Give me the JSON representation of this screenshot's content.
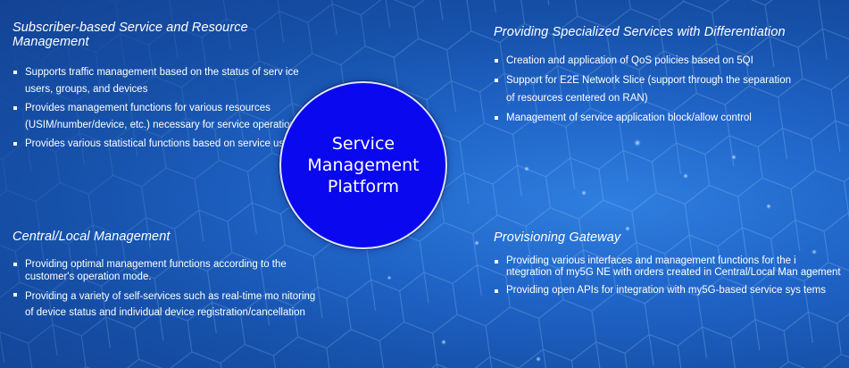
{
  "center": {
    "title": "Service\nManagement\nPlatform"
  },
  "colors": {
    "background": "#1f63c6",
    "circle_fill": "#0a08ee",
    "text": "#ffffff"
  },
  "sections": {
    "top_left": {
      "title": "Subscriber-based Service and Resource Management",
      "items": [
        "Supports traffic management based on the status of serv ice users, groups, and devices",
        "Provides management functions for various resources (USIM/number/device, etc.) necessary for service operation",
        "Provides various statistical functions based on service users/Cell"
      ]
    },
    "top_right": {
      "title": "Providing Specialized Services with Differentiation",
      "items": [
        "Creation and application of QoS policies based on 5QI",
        "Support for E2E Network Slice (support through the separation of resources centered on RAN)",
        "Management of service application block/allow control"
      ]
    },
    "bottom_left": {
      "title": "Central/Local Management",
      "items": [
        "Providing optimal management functions according to the customer's operation mode.",
        "Providing a variety of self-services such as real-time mo nitoring of device status and individual device registration/cancellation"
      ]
    },
    "bottom_right": {
      "title": "Provisioning Gateway",
      "items": [
        "Providing various interfaces and management functions for the i ntegration of my5G NE with orders created in Central/Local Man agement",
        "Providing open APIs for integration with my5G-based service sys tems"
      ]
    }
  }
}
